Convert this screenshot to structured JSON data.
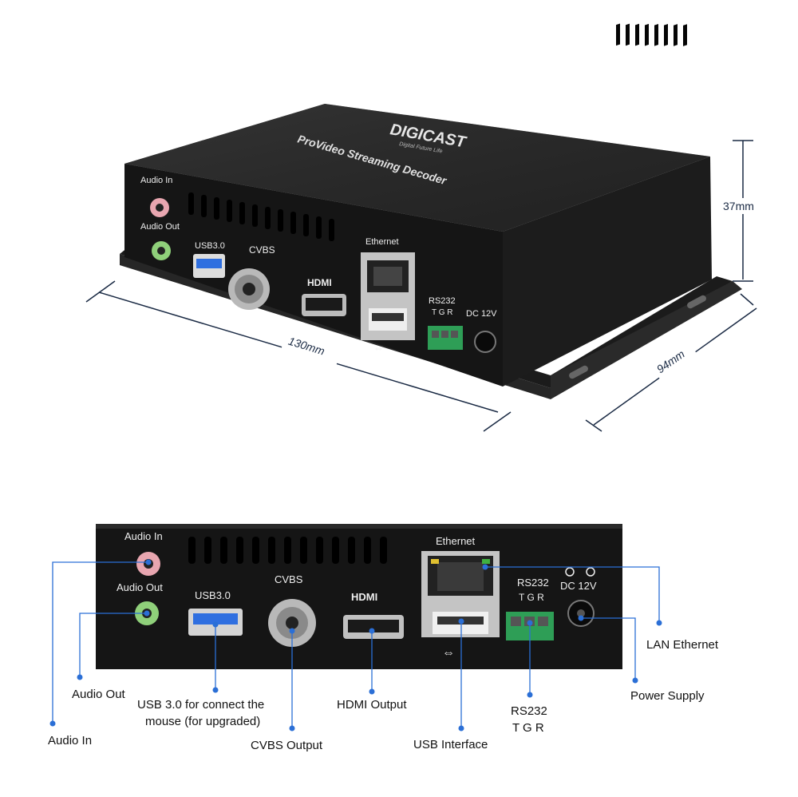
{
  "top_view": {
    "brand": "DIGICAST",
    "brand_tagline": "Digital Future Life",
    "product_name": "ProVideo Streaming Decoder",
    "dimensions": {
      "width": "130mm",
      "depth": "94mm",
      "height": "37mm"
    },
    "panel_labels": {
      "audio_in": "Audio In",
      "audio_out": "Audio Out",
      "usb": "USB3.0",
      "cvbs": "CVBS",
      "hdmi": "HDMI",
      "ethernet": "Ethernet",
      "rs232": "RS232",
      "tgr": "T G R",
      "dc": "DC 12V"
    }
  },
  "front_view": {
    "panel_labels": {
      "audio_in": "Audio In",
      "audio_out": "Audio Out",
      "usb": "USB3.0",
      "cvbs": "CVBS",
      "hdmi": "HDMI",
      "ethernet": "Ethernet",
      "rs232": "RS232",
      "tgr": "T G R",
      "dc": "DC 12V"
    },
    "callouts": {
      "audio_out": "Audio Out",
      "audio_in": "Audio In",
      "usb_line1": "USB 3.0 for connect the",
      "usb_line2": "mouse (for upgraded)",
      "cvbs_output": "CVBS Output",
      "hdmi_output": "HDMI Output",
      "usb_interface": "USB Interface",
      "rs232_line1": "RS232",
      "rs232_line2": "T G R",
      "lan_ethernet": "LAN Ethernet",
      "power_supply": "Power Supply"
    },
    "colors": {
      "callout_line": "#2b6fd6",
      "audio_in_jack": "#e8a6b0",
      "audio_out_jack": "#8fd07a",
      "terminal": "#2e9e56",
      "usb_port": "#2f6fe0"
    }
  }
}
